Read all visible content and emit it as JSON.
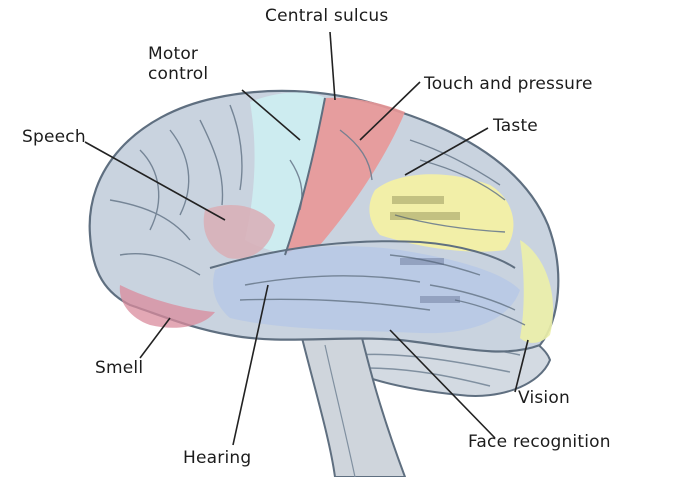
{
  "labels": {
    "central_sulcus": "Central sulcus",
    "motor_control": "Motor\ncontrol",
    "touch_pressure": "Touch and pressure",
    "taste": "Taste",
    "speech": "Speech",
    "smell": "Smell",
    "vision": "Vision",
    "hearing": "Hearing",
    "face_recognition": "Face recognition"
  },
  "colors": {
    "cerebrum": "#c9d3df",
    "cerebellum": "#d3dae2",
    "brainstem": "#cfd5dc",
    "motor_strip": "#cdeef2",
    "sensory_strip": "#e99797",
    "parietal_yellow": "#f4f0a4",
    "speech_pink": "#d9aeb6",
    "smell_pink": "#d98b9c",
    "vision_yellow": "#ecf0a8",
    "temporal_blue": "#b7c8e6",
    "outline": "#5f6f80",
    "leader": "#222222"
  }
}
